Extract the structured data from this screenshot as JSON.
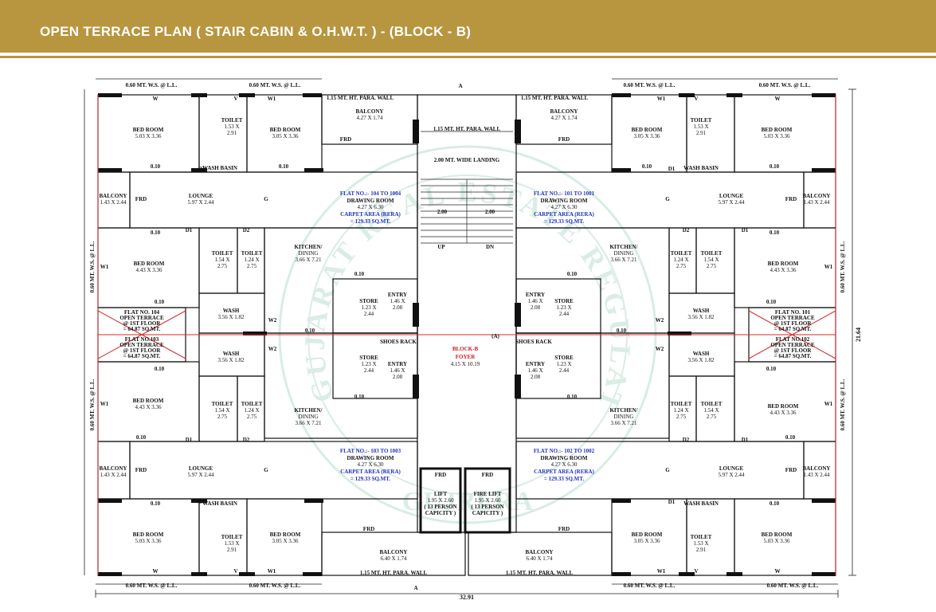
{
  "header": {
    "title": "OPEN TERRACE PLAN ( STAIR CABIN & O.H.W.T. ) - (BLOCK - B)"
  },
  "colors": {
    "banner": "#b8963f",
    "wall": "#111111",
    "red_line": "#d42a2a",
    "watermark": "#cfe6dc",
    "blue_text": "#2233bb"
  },
  "labels": {
    "ws": "0.60 MT. W.S. @ L.L.",
    "para_wall": "1.15 MT. HT. PARA. WALL",
    "bed_room": "BED ROOM",
    "toilet": "TOILET",
    "balcony": "BALCONY",
    "lounge": "LOUNGE",
    "kitchen": "KITCHEN/",
    "dining": "DINING",
    "wash": "WASH",
    "store": "STORE",
    "entry": "ENTRY",
    "wash_basin": "WASH BASIN",
    "shoes_rack": "SHOES RACK",
    "frd": "FRD",
    "g": "G",
    "w": "W",
    "w1": "W1",
    "w2": "W2",
    "d1": "D1",
    "d2": "D2",
    "v": "V",
    "wide_landing": "2.00 MT. WIDE LANDING",
    "up": "UP",
    "dn": "DN",
    "block": "BLOCK-B",
    "foyer": "FOYER",
    "foyer_size": "4.15 X 10.19",
    "lift": "LIFT",
    "fire_lift": "FIRE LIFT",
    "lift_size": "1.95 X 2.60",
    "lift_cap": "( 13 PERSON",
    "lift_cap2": "CAPICITY )",
    "open_terrace": "OPEN TERRACE",
    "at_first_floor": "@ 1ST FLOOR",
    "sqmt": "= 64.87 SQ.MT.",
    "drawing_room": "DRAWING ROOM",
    "drawing_size": "4.27 X 6.30",
    "carpet": "CARPET AREA (RERA)",
    "carpet_val": "= 129.33 SQ.MT.",
    "a_marker": "(A)",
    "a_arrow": "A",
    "stair_size": "2.00",
    "width_dim": "32.91",
    "height_dim": "21.64"
  },
  "flats": {
    "top_left": "FLAT NO.:- 104 TO 1004",
    "top_right": "FLAT NO.:- 101 TO 1001",
    "bottom_left": "FLAT NO.:- 103 TO 1003",
    "bottom_right": "FLAT NO.:- 102 TO 1002",
    "terrace_104": "FLAT NO. 104",
    "terrace_103": "FLAT NO.103",
    "terrace_101": "FLAT NO. 101",
    "terrace_102": "FLAT NO.102"
  },
  "sizes": {
    "bed_top": "5.03 X 3.36",
    "bed_top2": "3.05 X 3.36",
    "bed_mid": "4.43 X 3.36",
    "toilet_top": "1.53 X",
    "toilet_top2": "2.91",
    "toilet_mid": "1.54 X",
    "toilet_mid_b": "1.24 X",
    "toilet_mid2": "2.75",
    "balcony_top": "4.27 X 1.74",
    "balcony_bottom": "6.40 X 1.74",
    "balcony_side": "1.43 X 2.44",
    "lounge": "5.97 X 2.44",
    "kitchen": "3.66 X 7.21",
    "wash": "3.56 X 1.82",
    "store": "1.23 X",
    "store2": "2.44",
    "entry": "1.46 X",
    "entry2": "2.08",
    "wall_010": "0.10"
  },
  "watermark": {
    "seal_text": "GUJARAT REAL ESTATE REGULATORY AUTHORITY",
    "seal_bottom": "GUJRERA"
  }
}
